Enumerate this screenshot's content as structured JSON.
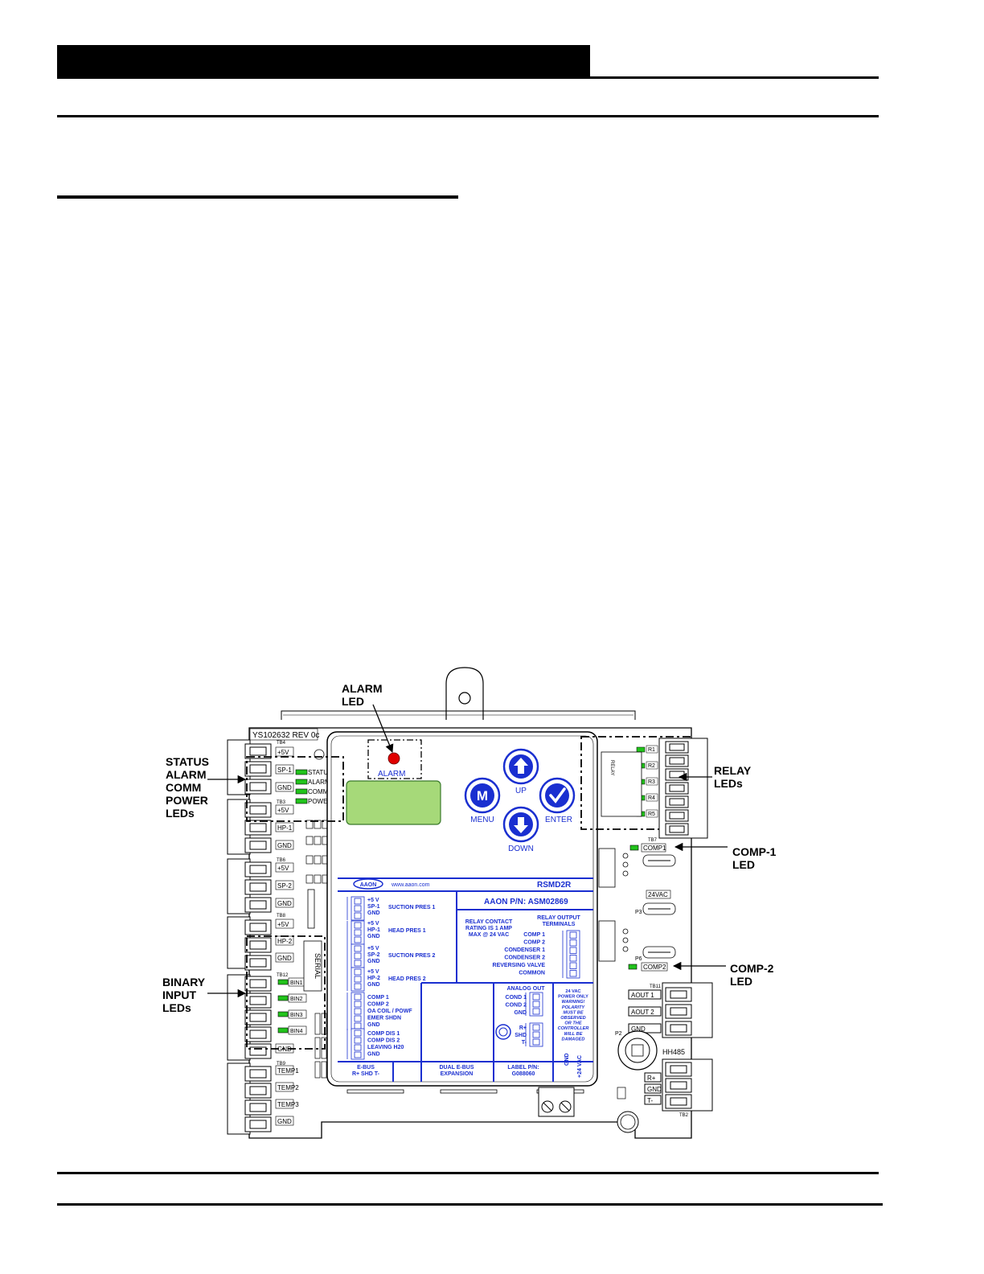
{
  "page": {
    "header_bar_color": "#000000",
    "accent_colors": {
      "board_blue": "#1a2fd0",
      "led_green": "#22c31c",
      "lcd_green": "#a6d979",
      "alarm_red": "#e00000"
    }
  },
  "figure": {
    "board_silkscreen": "YS102632 REV 0c",
    "callouts": {
      "alarm_led": [
        "ALARM",
        "LED"
      ],
      "status_leds": [
        "STATUS",
        "ALARM",
        "COMM",
        "POWER",
        "LEDs"
      ],
      "binary_input_leds": [
        "BINARY",
        "INPUT",
        "LEDs"
      ],
      "relay_leds": [
        "RELAY",
        "LEDs"
      ],
      "comp1_led": [
        "COMP-1",
        "LED"
      ],
      "comp2_led": [
        "COMP-2",
        "LED"
      ]
    },
    "buttons": {
      "menu": "MENU",
      "up": "UP",
      "enter": "ENTER",
      "down": "DOWN",
      "menu_glyph": "M"
    },
    "alarm_led_label": "ALARM",
    "left_terminals": {
      "tb4": {
        "id": "TB4",
        "labels": [
          "+5V",
          "SP-1",
          "GND"
        ]
      },
      "tb3": {
        "id": "TB3",
        "labels": [
          "+5V",
          "HP-1",
          "GND"
        ]
      },
      "tb6": {
        "id": "TB6",
        "labels": [
          "+5V",
          "SP-2",
          "GND"
        ]
      },
      "tb8": {
        "id": "TB8",
        "labels": [
          "+5V",
          "HP-2",
          "GND"
        ]
      },
      "tb12": {
        "id": "TB12",
        "labels": [
          "BIN1",
          "BIN2",
          "BIN3",
          "BIN4",
          "GND"
        ]
      },
      "tb9": {
        "id": "TB9",
        "labels": [
          "TEMP1",
          "TEMP2",
          "TEMP3",
          "GND"
        ]
      }
    },
    "status_led_labels": [
      "STATUS",
      "ALARM",
      "COMM",
      "POWER"
    ],
    "serial_label": "SERIAL",
    "label_panel": {
      "logo": "AAON",
      "url": "www.aaon.com",
      "model": "RSMD2R",
      "part_number": "AAON P/N: ASM02869",
      "groups": [
        {
          "pins": [
            "+5 V",
            "SP-1",
            "GND"
          ],
          "name": "SUCTION PRES 1"
        },
        {
          "pins": [
            "+5 V",
            "HP-1",
            "GND"
          ],
          "name": "HEAD PRES 1"
        },
        {
          "pins": [
            "+5 V",
            "SP-2",
            "GND"
          ],
          "name": "SUCTION PRES 2"
        },
        {
          "pins": [
            "+5 V",
            "HP-2",
            "GND"
          ],
          "name": "HEAD PRES 2"
        }
      ],
      "binary_pins": [
        "COMP 1",
        "COMP 2",
        "OA COIL / POWF",
        "EMER SHDN",
        "GND"
      ],
      "dis_pins": [
        "COMP DIS 1",
        "COMP DIS 2",
        "LEAVING H20",
        "GND"
      ],
      "relay_contact": [
        "RELAY CONTACT",
        "RATING IS 1 AMP",
        "MAX @ 24 VAC"
      ],
      "relay_output": [
        "RELAY OUTPUT",
        "TERMINALS"
      ],
      "relay_terms": [
        "COMP 1",
        "COMP 2",
        "CONDENSER 1",
        "CONDENSER 2",
        "REVERSING VALVE",
        "COMMON"
      ],
      "analog_out_title": "ANALOG OUT",
      "analog_out": [
        "COND 1",
        "COND 2",
        "GND"
      ],
      "comm_pins": [
        "R+",
        "SHD",
        "T-"
      ],
      "power_warning": [
        "24 VAC",
        "POWER ONLY",
        "WARNING!",
        "POLARITY",
        "MUST BE",
        "OBSERVED",
        "OR THE",
        "CONTROLLER",
        "WILL BE",
        "DAMAGED"
      ],
      "power_pins": [
        "GND",
        "+24 VAC"
      ],
      "ebus": [
        "E-BUS",
        "R+ SHD T-"
      ],
      "dual_ebus": [
        "DUAL E-BUS",
        "EXPANSION"
      ],
      "label_pn": [
        "LABEL P/N:",
        "G088060"
      ]
    },
    "right_side": {
      "tb7": "TB7",
      "comp1": "COMP1",
      "comp2": "COMP2",
      "vac": "24VAC",
      "p3": "P3",
      "p6": "P6",
      "p2": "P2",
      "tb11": "TB11",
      "tb11_labels": [
        "AOUT 1",
        "AOUT 2",
        "GND"
      ],
      "hh485": "HH485",
      "tb2": "TB2",
      "tb2_labels": [
        "R+",
        "GND",
        "T-"
      ],
      "relay_refs": [
        "R1",
        "R2",
        "R3",
        "R4",
        "R5"
      ]
    }
  }
}
